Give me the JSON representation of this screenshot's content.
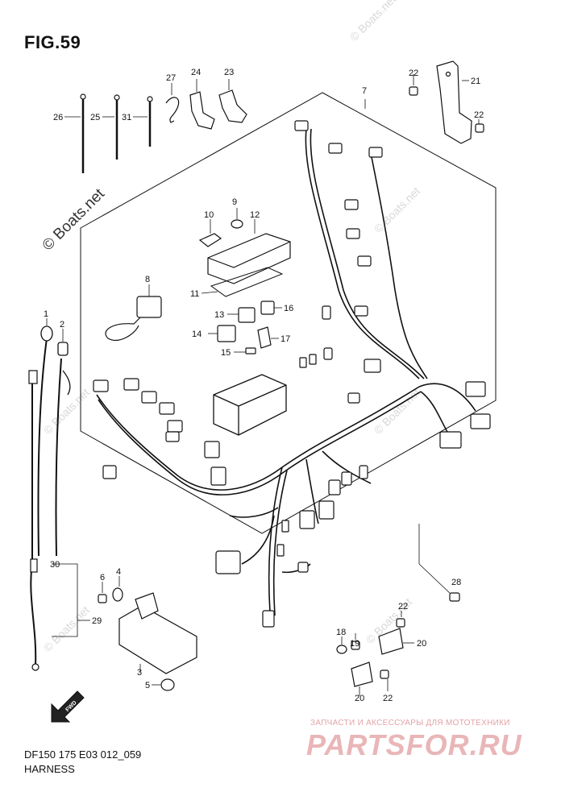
{
  "figure": {
    "title": "FIG.59",
    "code": "DF150 175 E03 012_059",
    "name": "HARNESS"
  },
  "watermarks": {
    "boats_main": "© Boats.net",
    "boats_faint": "© Boats.net",
    "ru_line": "ЗАПЧАСТИ И АКСЕССУАРЫ ДЛЯ МОТОТЕХНИКИ",
    "ru_brand": "PARTSFOR.RU"
  },
  "direction_marker": "FWD",
  "part_numbers": {
    "p1": "1",
    "p2": "2",
    "p3": "3",
    "p4": "4",
    "p5": "5",
    "p6": "6",
    "p7": "7",
    "p8": "8",
    "p9": "9",
    "p10": "10",
    "p11": "11",
    "p12": "12",
    "p13": "13",
    "p14": "14",
    "p15": "15",
    "p16": "16",
    "p17": "17",
    "p18": "18",
    "p19": "19",
    "p20": "20",
    "p21": "21",
    "p22": "22",
    "p23": "23",
    "p24": "24",
    "p25": "25",
    "p26": "26",
    "p27": "27",
    "p28": "28",
    "p29": "29",
    "p30": "30",
    "p31": "31"
  },
  "colors": {
    "ink": "#111111",
    "watermark": "#d8d8d8",
    "brand_red": "#e9b6b8"
  }
}
